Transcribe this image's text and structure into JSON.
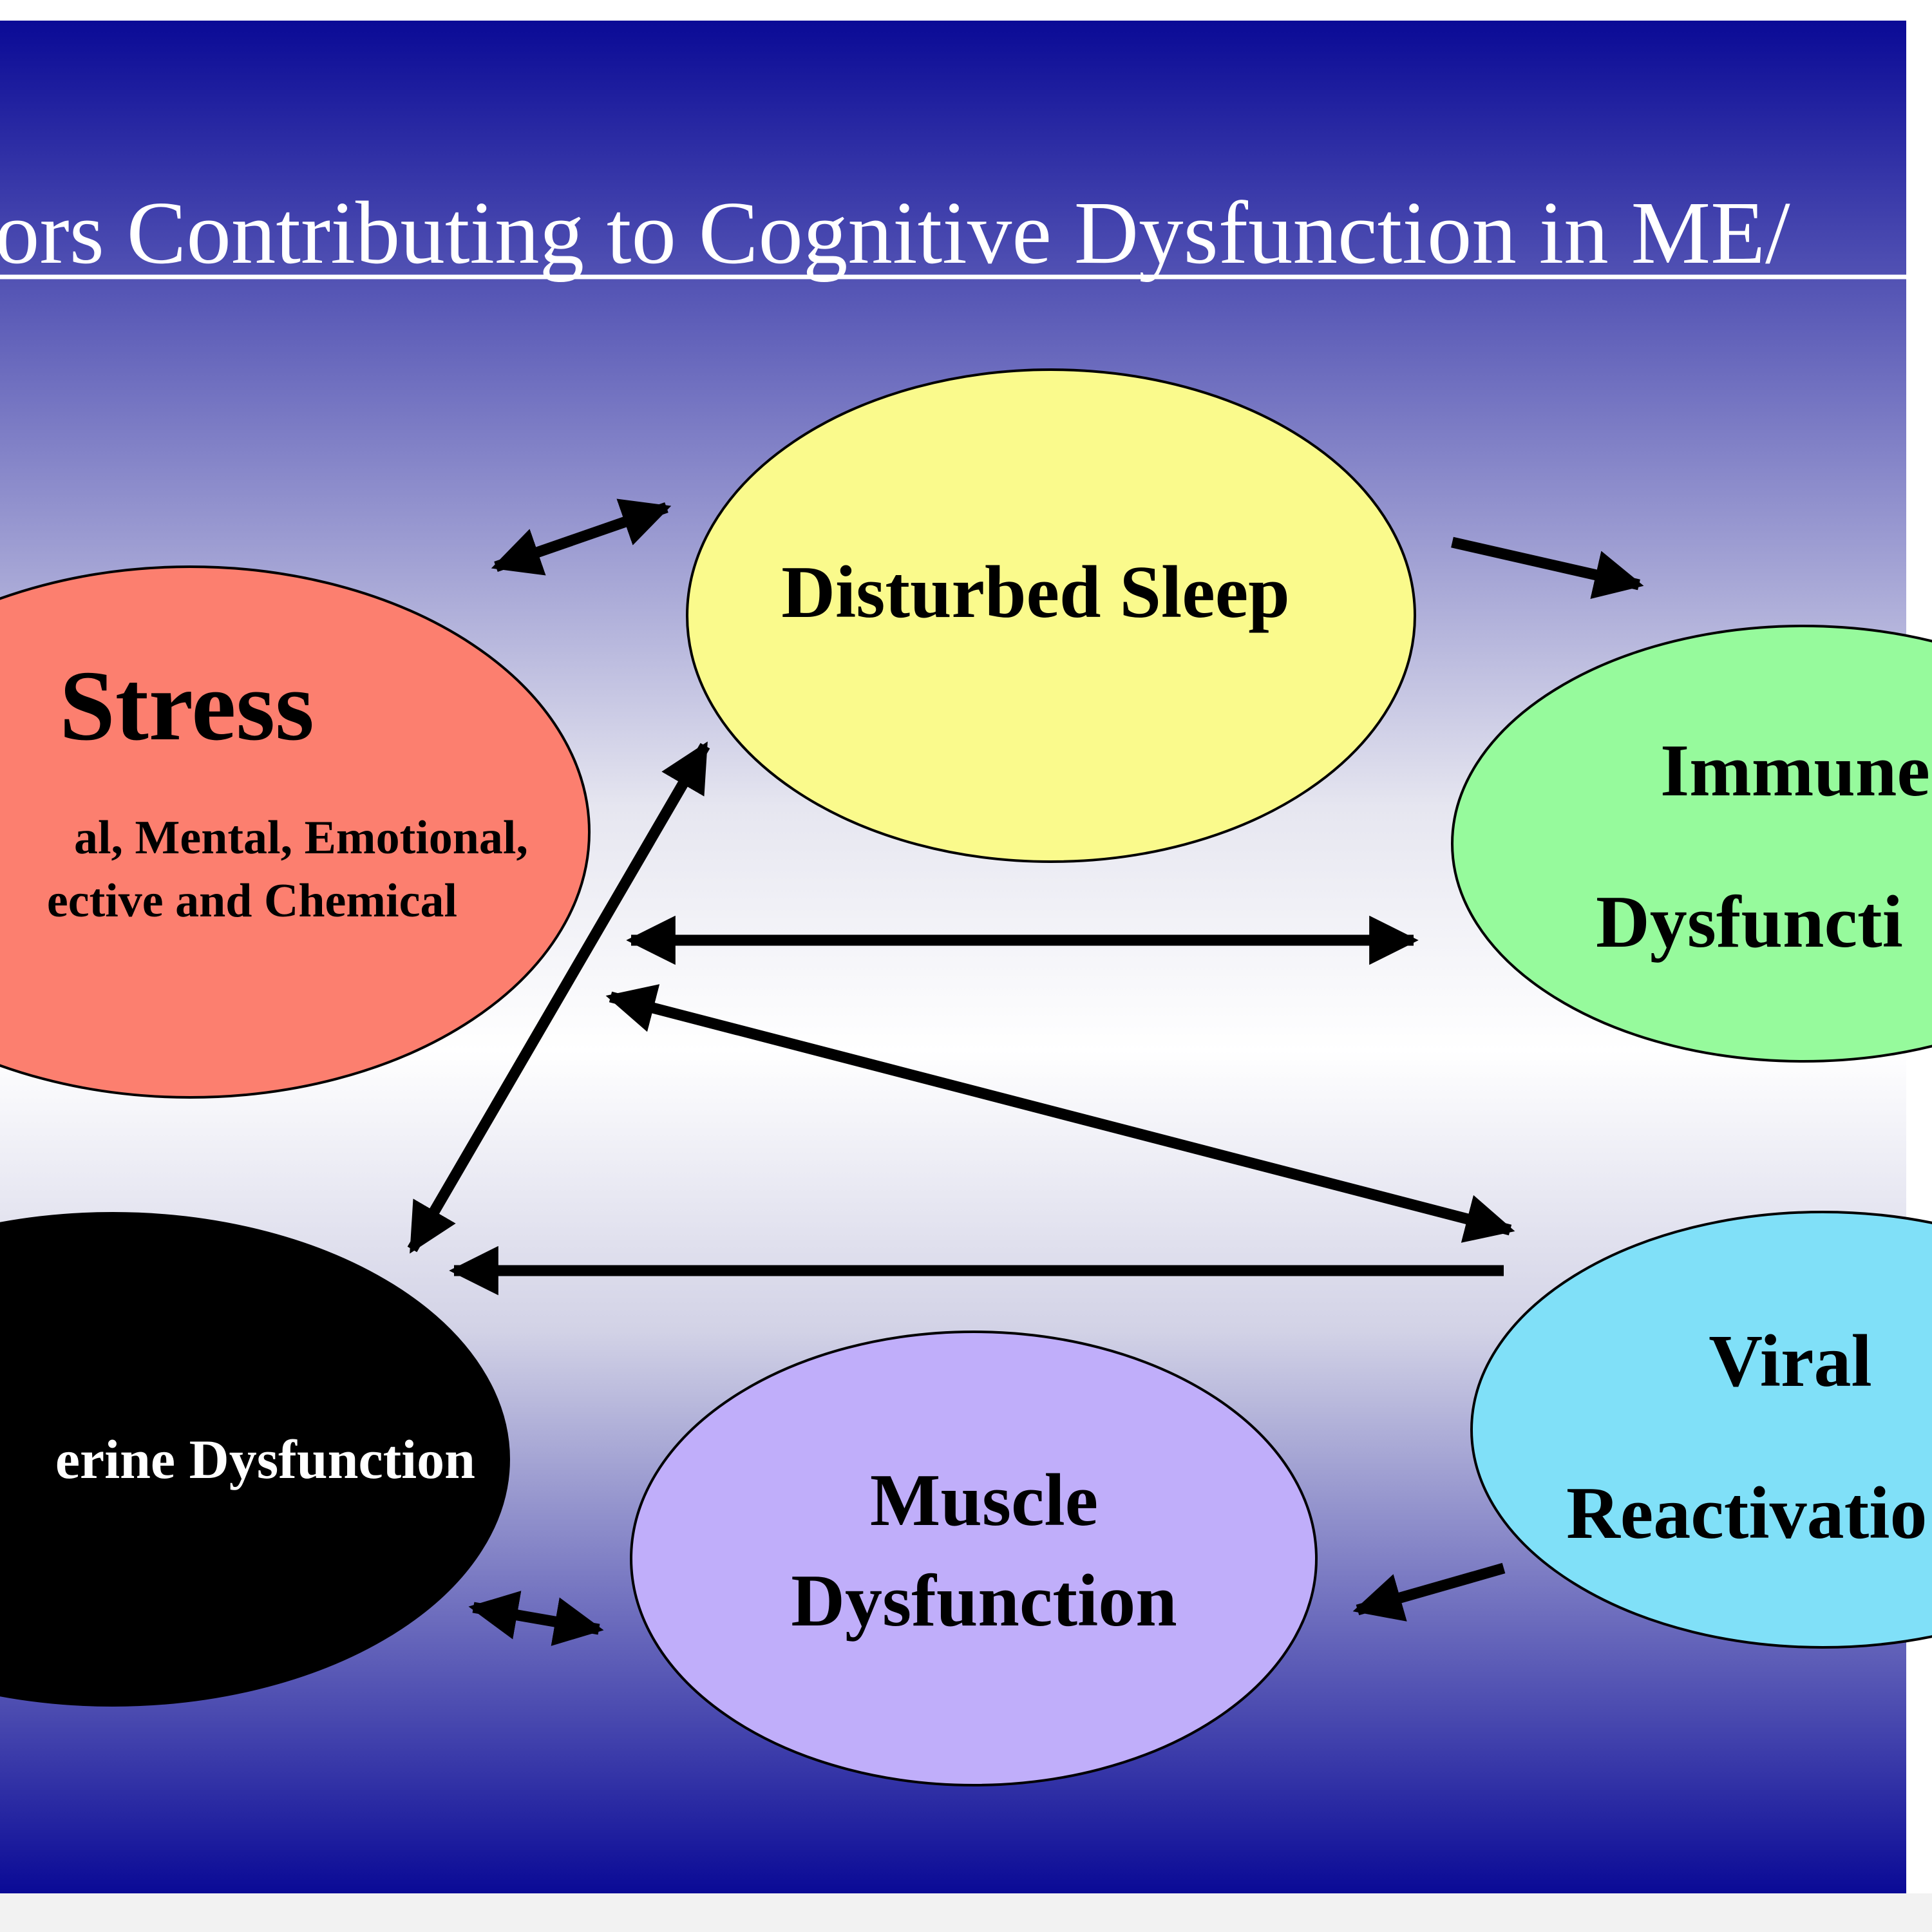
{
  "title": "ors Contributing to Cognitive Dysfunction in ME/",
  "colors": {
    "background_top": "#0a0a96",
    "background_mid": "#ffffff",
    "background_bottom": "#0a0a96",
    "stress": "#fc7f6f",
    "sleep": "#fafa8c",
    "immune": "#96fa9c",
    "endocrine": "#000000",
    "muscle": "#c0aefa",
    "viral": "#80e0f8",
    "arrow": "#000000"
  },
  "nodes": {
    "stress": {
      "title": "Stress",
      "line1": "al, Mental, Emotional,",
      "line2": "ective and Chemical"
    },
    "sleep": {
      "label": "Disturbed Sleep"
    },
    "immune": {
      "line1": "Immune",
      "line2": "Dysfuncti"
    },
    "endocrine": {
      "label": "erine Dysfunction"
    },
    "muscle": {
      "line1": "Muscle",
      "line2": "Dysfunction"
    },
    "viral": {
      "line1": "Viral",
      "line2": "Reactivatio"
    }
  }
}
